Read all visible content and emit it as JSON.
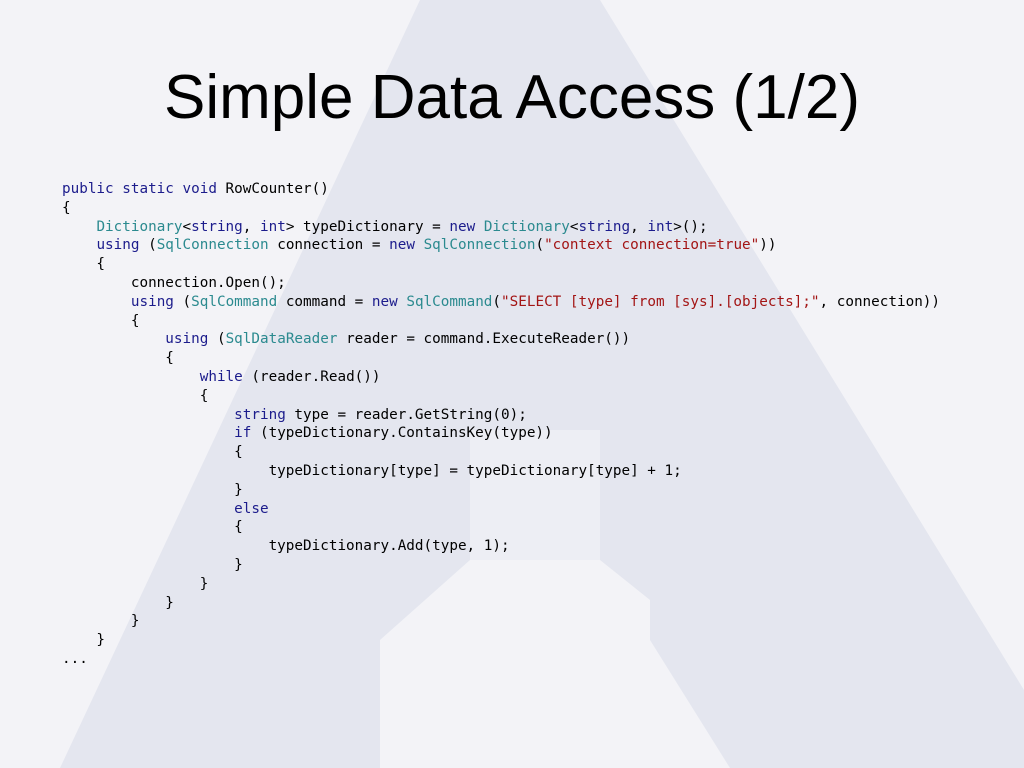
{
  "slide": {
    "title": "Simple Data Access (1/2)"
  },
  "colors": {
    "background": "#f3f3f7",
    "logo_watermark": "#e4e6ef",
    "keyword": "#1c1c8c",
    "type_name": "#2b8a8f",
    "string_literal": "#a31515",
    "plain_text": "#000000"
  },
  "code": {
    "lines": [
      [
        [
          "kw",
          "public static void"
        ],
        [
          "pl",
          " RowCounter()"
        ]
      ],
      [
        [
          "pl",
          "{"
        ]
      ],
      [
        [
          "pl",
          "    "
        ],
        [
          "tp",
          "Dictionary"
        ],
        [
          "pl",
          "<"
        ],
        [
          "kw",
          "string"
        ],
        [
          "pl",
          ", "
        ],
        [
          "kw",
          "int"
        ],
        [
          "pl",
          "> typeDictionary = "
        ],
        [
          "kw",
          "new"
        ],
        [
          "pl",
          " "
        ],
        [
          "tp",
          "Dictionary"
        ],
        [
          "pl",
          "<"
        ],
        [
          "kw",
          "string"
        ],
        [
          "pl",
          ", "
        ],
        [
          "kw",
          "int"
        ],
        [
          "pl",
          ">();"
        ]
      ],
      [
        [
          "pl",
          "    "
        ],
        [
          "kw",
          "using"
        ],
        [
          "pl",
          " ("
        ],
        [
          "tp",
          "SqlConnection"
        ],
        [
          "pl",
          " connection = "
        ],
        [
          "kw",
          "new"
        ],
        [
          "pl",
          " "
        ],
        [
          "tp",
          "SqlConnection"
        ],
        [
          "pl",
          "("
        ],
        [
          "st",
          "\"context connection=true\""
        ],
        [
          "pl",
          "))"
        ]
      ],
      [
        [
          "pl",
          "    {"
        ]
      ],
      [
        [
          "pl",
          "        connection.Open();"
        ]
      ],
      [
        [
          "pl",
          "        "
        ],
        [
          "kw",
          "using"
        ],
        [
          "pl",
          " ("
        ],
        [
          "tp",
          "SqlCommand"
        ],
        [
          "pl",
          " command = "
        ],
        [
          "kw",
          "new"
        ],
        [
          "pl",
          " "
        ],
        [
          "tp",
          "SqlCommand"
        ],
        [
          "pl",
          "("
        ],
        [
          "st",
          "\"SELECT [type] from [sys].[objects];\""
        ],
        [
          "pl",
          ", connection))"
        ]
      ],
      [
        [
          "pl",
          "        {"
        ]
      ],
      [
        [
          "pl",
          "            "
        ],
        [
          "kw",
          "using"
        ],
        [
          "pl",
          " ("
        ],
        [
          "tp",
          "SqlDataReader"
        ],
        [
          "pl",
          " reader = command.ExecuteReader())"
        ]
      ],
      [
        [
          "pl",
          "            {"
        ]
      ],
      [
        [
          "pl",
          "                "
        ],
        [
          "kw",
          "while"
        ],
        [
          "pl",
          " (reader.Read())"
        ]
      ],
      [
        [
          "pl",
          "                {"
        ]
      ],
      [
        [
          "pl",
          "                    "
        ],
        [
          "kw",
          "string"
        ],
        [
          "pl",
          " type = reader.GetString(0);"
        ]
      ],
      [
        [
          "pl",
          "                    "
        ],
        [
          "kw",
          "if"
        ],
        [
          "pl",
          " (typeDictionary.ContainsKey(type))"
        ]
      ],
      [
        [
          "pl",
          "                    {"
        ]
      ],
      [
        [
          "pl",
          "                        typeDictionary[type] = typeDictionary[type] + 1;"
        ]
      ],
      [
        [
          "pl",
          "                    }"
        ]
      ],
      [
        [
          "pl",
          "                    "
        ],
        [
          "kw",
          "else"
        ]
      ],
      [
        [
          "pl",
          "                    {"
        ]
      ],
      [
        [
          "pl",
          "                        typeDictionary.Add(type, 1);"
        ]
      ],
      [
        [
          "pl",
          "                    }"
        ]
      ],
      [
        [
          "pl",
          "                }"
        ]
      ],
      [
        [
          "pl",
          "            }"
        ]
      ],
      [
        [
          "pl",
          "        }"
        ]
      ],
      [
        [
          "pl",
          "    }"
        ]
      ],
      [
        [
          "pl",
          "..."
        ]
      ]
    ]
  }
}
